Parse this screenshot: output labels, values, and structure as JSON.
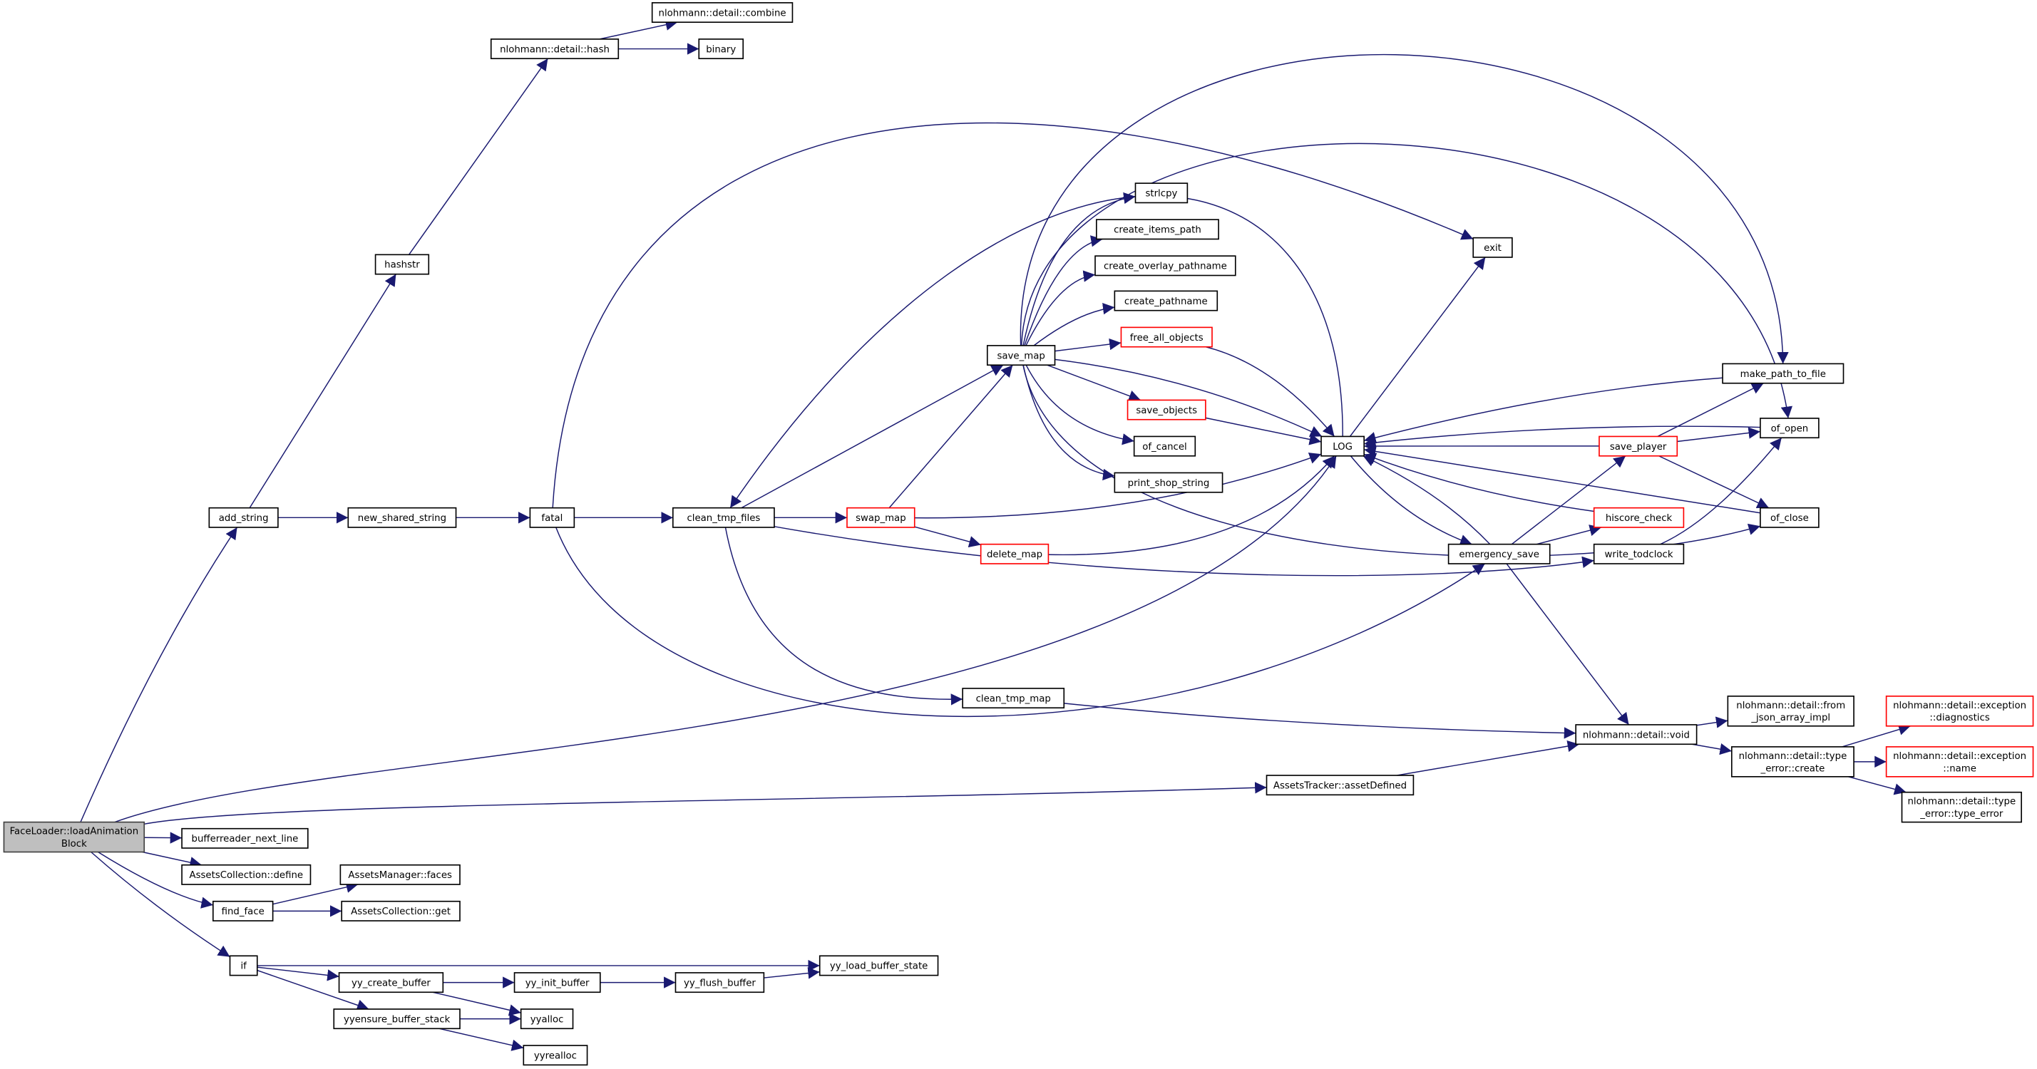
{
  "colors": {
    "edge": "#191970",
    "incomplete_border": "#ff0000",
    "root_fill": "#bfbfbf"
  },
  "nodes": {
    "root": {
      "label": [
        "FaceLoader::loadAnimation",
        "Block"
      ],
      "root": true
    },
    "combine": {
      "label": [
        "nlohmann::detail::combine"
      ]
    },
    "hash": {
      "label": [
        "nlohmann::detail::hash"
      ]
    },
    "binary": {
      "label": [
        "binary"
      ]
    },
    "hashstr": {
      "label": [
        "hashstr"
      ]
    },
    "add_string": {
      "label": [
        "add_string"
      ]
    },
    "new_shared_string": {
      "label": [
        "new_shared_string"
      ]
    },
    "fatal": {
      "label": [
        "fatal"
      ]
    },
    "clean_tmp_files": {
      "label": [
        "clean_tmp_files"
      ]
    },
    "swap_map": {
      "label": [
        "swap_map"
      ],
      "truncated": true
    },
    "delete_map": {
      "label": [
        "delete_map"
      ],
      "truncated": true
    },
    "save_map": {
      "label": [
        "save_map"
      ]
    },
    "strlcpy": {
      "label": [
        "strlcpy"
      ]
    },
    "create_items_path": {
      "label": [
        "create_items_path"
      ]
    },
    "create_overlay_pathname": {
      "label": [
        "create_overlay_pathname"
      ]
    },
    "create_pathname": {
      "label": [
        "create_pathname"
      ]
    },
    "free_all_objects": {
      "label": [
        "free_all_objects"
      ],
      "truncated": true
    },
    "save_objects": {
      "label": [
        "save_objects"
      ],
      "truncated": true
    },
    "of_cancel": {
      "label": [
        "of_cancel"
      ]
    },
    "print_shop_string": {
      "label": [
        "print_shop_string"
      ]
    },
    "LOG": {
      "label": [
        "LOG"
      ]
    },
    "exit": {
      "label": [
        "exit"
      ]
    },
    "emergency_save": {
      "label": [
        "emergency_save"
      ]
    },
    "make_path_to_file": {
      "label": [
        "make_path_to_file"
      ]
    },
    "of_open": {
      "label": [
        "of_open"
      ]
    },
    "save_player": {
      "label": [
        "save_player"
      ],
      "truncated": true
    },
    "hiscore_check": {
      "label": [
        "hiscore_check"
      ],
      "truncated": true
    },
    "of_close": {
      "label": [
        "of_close"
      ]
    },
    "write_todclock": {
      "label": [
        "write_todclock"
      ]
    },
    "clean_tmp_map": {
      "label": [
        "clean_tmp_map"
      ]
    },
    "void": {
      "label": [
        "nlohmann::detail::void"
      ]
    },
    "from_json": {
      "label": [
        "nlohmann::detail::from",
        "_json_array_impl"
      ]
    },
    "te_create": {
      "label": [
        "nlohmann::detail::type",
        "_error::create"
      ]
    },
    "diagnostics": {
      "label": [
        "nlohmann::detail::exception",
        "::diagnostics"
      ],
      "truncated": true
    },
    "ex_name": {
      "label": [
        "nlohmann::detail::exception",
        "::name"
      ],
      "truncated": true
    },
    "type_error": {
      "label": [
        "nlohmann::detail::type",
        "_error::type_error"
      ]
    },
    "assetDefined": {
      "label": [
        "AssetsTracker::assetDefined"
      ]
    },
    "bufferreader": {
      "label": [
        "bufferreader_next_line"
      ]
    },
    "define": {
      "label": [
        "AssetsCollection::define"
      ]
    },
    "faces": {
      "label": [
        "AssetsManager::faces"
      ]
    },
    "find_face": {
      "label": [
        "find_face"
      ]
    },
    "get": {
      "label": [
        "AssetsCollection::get"
      ]
    },
    "if": {
      "label": [
        "if"
      ]
    },
    "yy_create_buffer": {
      "label": [
        "yy_create_buffer"
      ]
    },
    "yy_init_buffer": {
      "label": [
        "yy_init_buffer"
      ]
    },
    "yy_flush_buffer": {
      "label": [
        "yy_flush_buffer"
      ]
    },
    "yy_load_buffer_state": {
      "label": [
        "yy_load_buffer_state"
      ]
    },
    "yyensure": {
      "label": [
        "yyensure_buffer_stack"
      ]
    },
    "yyalloc": {
      "label": [
        "yyalloc"
      ]
    },
    "yyrealloc": {
      "label": [
        "yyrealloc"
      ]
    }
  },
  "edges": [
    [
      "root",
      "add_string"
    ],
    [
      "root",
      "LOG"
    ],
    [
      "root",
      "assetDefined"
    ],
    [
      "root",
      "bufferreader"
    ],
    [
      "root",
      "define"
    ],
    [
      "root",
      "find_face"
    ],
    [
      "root",
      "if"
    ],
    [
      "add_string",
      "hashstr"
    ],
    [
      "add_string",
      "new_shared_string"
    ],
    [
      "hashstr",
      "hash"
    ],
    [
      "hash",
      "combine"
    ],
    [
      "hash",
      "binary"
    ],
    [
      "new_shared_string",
      "fatal"
    ],
    [
      "fatal",
      "clean_tmp_files"
    ],
    [
      "fatal",
      "exit"
    ],
    [
      "fatal",
      "emergency_save"
    ],
    [
      "clean_tmp_files",
      "save_map"
    ],
    [
      "clean_tmp_files",
      "swap_map"
    ],
    [
      "clean_tmp_files",
      "clean_tmp_map"
    ],
    [
      "clean_tmp_files",
      "write_todclock"
    ],
    [
      "swap_map",
      "save_map"
    ],
    [
      "swap_map",
      "delete_map"
    ],
    [
      "swap_map",
      "LOG"
    ],
    [
      "delete_map",
      "LOG"
    ],
    [
      "save_map",
      "strlcpy"
    ],
    [
      "save_map",
      "create_items_path"
    ],
    [
      "save_map",
      "create_overlay_pathname"
    ],
    [
      "save_map",
      "create_pathname"
    ],
    [
      "save_map",
      "free_all_objects"
    ],
    [
      "save_map",
      "save_objects"
    ],
    [
      "save_map",
      "of_cancel"
    ],
    [
      "save_map",
      "print_shop_string"
    ],
    [
      "save_map",
      "LOG"
    ],
    [
      "save_map",
      "make_path_to_file"
    ],
    [
      "save_map",
      "of_open"
    ],
    [
      "save_map",
      "of_close"
    ],
    [
      "free_all_objects",
      "LOG"
    ],
    [
      "save_objects",
      "LOG"
    ],
    [
      "LOG",
      "exit"
    ],
    [
      "LOG",
      "emergency_save"
    ],
    [
      "LOG",
      "clean_tmp_files"
    ],
    [
      "emergency_save",
      "LOG"
    ],
    [
      "emergency_save",
      "save_player"
    ],
    [
      "emergency_save",
      "hiscore_check"
    ],
    [
      "emergency_save",
      "void"
    ],
    [
      "save_player",
      "LOG"
    ],
    [
      "save_player",
      "make_path_to_file"
    ],
    [
      "save_player",
      "of_open"
    ],
    [
      "save_player",
      "of_close"
    ],
    [
      "make_path_to_file",
      "LOG"
    ],
    [
      "of_open",
      "LOG"
    ],
    [
      "of_close",
      "LOG"
    ],
    [
      "hiscore_check",
      "LOG"
    ],
    [
      "write_todclock",
      "of_open"
    ],
    [
      "clean_tmp_map",
      "void"
    ],
    [
      "assetDefined",
      "void"
    ],
    [
      "void",
      "from_json"
    ],
    [
      "void",
      "te_create"
    ],
    [
      "te_create",
      "diagnostics"
    ],
    [
      "te_create",
      "ex_name"
    ],
    [
      "te_create",
      "type_error"
    ],
    [
      "find_face",
      "faces"
    ],
    [
      "find_face",
      "get"
    ],
    [
      "if",
      "yy_load_buffer_state"
    ],
    [
      "if",
      "yy_create_buffer"
    ],
    [
      "if",
      "yyensure"
    ],
    [
      "yy_create_buffer",
      "yy_init_buffer"
    ],
    [
      "yy_create_buffer",
      "yyalloc"
    ],
    [
      "yy_init_buffer",
      "yy_flush_buffer"
    ],
    [
      "yy_flush_buffer",
      "yy_load_buffer_state"
    ],
    [
      "yyensure",
      "yyalloc"
    ],
    [
      "yyensure",
      "yyrealloc"
    ]
  ]
}
